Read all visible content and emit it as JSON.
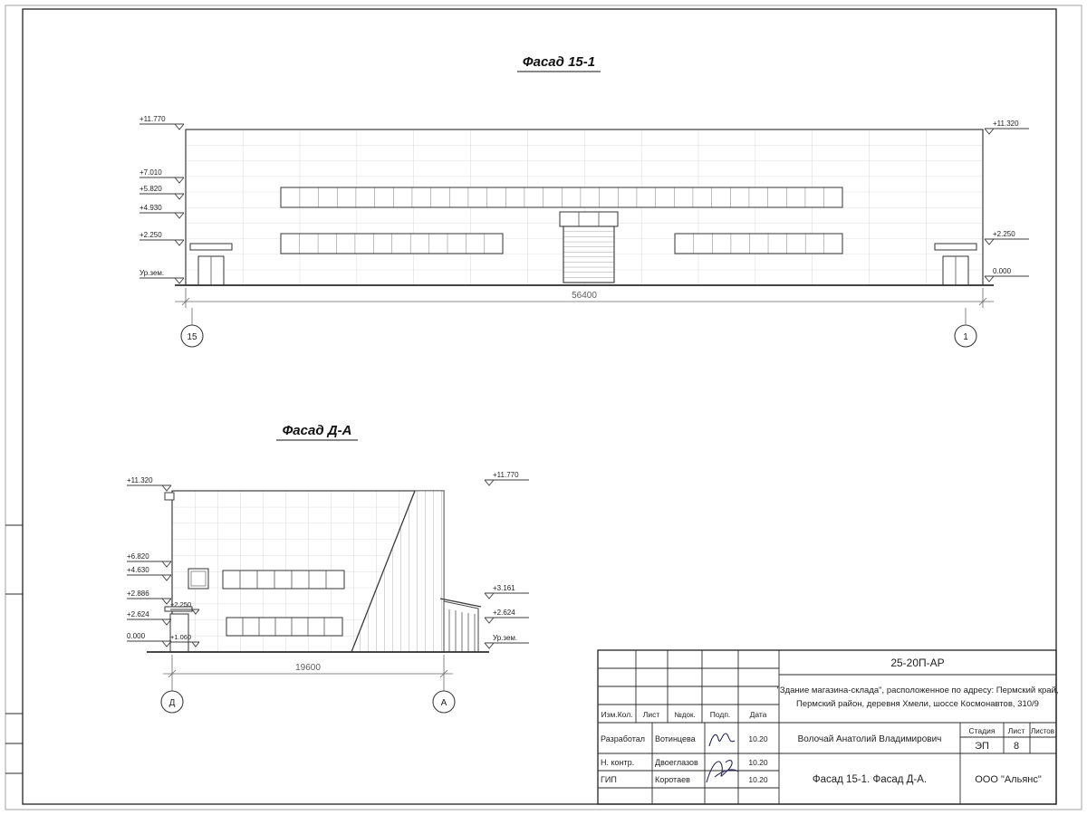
{
  "facade1": {
    "title": "Фасад 15-1",
    "dimension": "56400",
    "axis_left": "15",
    "axis_right": "1",
    "marks_left": [
      "+11.770",
      "+7.010",
      "+5.820",
      "+4.930",
      "+2.250",
      "Ур.зем."
    ],
    "marks_right": [
      "+11.320",
      "+2.250",
      "0.000"
    ]
  },
  "facade2": {
    "title": "Фасад Д-А",
    "dimension": "19600",
    "axis_left": "Д",
    "axis_right": "А",
    "marks_left": [
      "+11.320",
      "+6.820",
      "+4.630",
      "+2.886",
      "+2.624",
      "0.000"
    ],
    "marks_inner": [
      "+2.250",
      "+1.060"
    ],
    "marks_right": [
      "+11.770",
      "+3.161",
      "+2.624",
      "Ур.зем."
    ]
  },
  "titleblock": {
    "doc_number": "25-20П-АР",
    "project_line1": "\"Здание магазина-склада\", расположенное по адресу: Пермский край,",
    "project_line2": "Пермский район, деревня Хмели, шоссе Космонавтов, 310/9",
    "col_izm": "Изм.Кол.",
    "col_list": "Лист",
    "col_ndok": "№док.",
    "col_podp": "Подп.",
    "col_data": "Дата",
    "rows": [
      {
        "role": "Разработал",
        "name": "Вотинцева",
        "date": "10.20"
      },
      {
        "role": "Н. контр.",
        "name": "Двоеглазов",
        "date": "10.20"
      },
      {
        "role": "ГИП",
        "name": "Коротаев",
        "date": "10.20"
      }
    ],
    "client": "Волочай Анатолий Владимирович",
    "stage_label": "Стадия",
    "sheet_label": "Лист",
    "sheets_label": "Листов",
    "stage": "ЭП",
    "sheet_number": "8",
    "drawing_title": "Фасад 15-1. Фасад Д-А.",
    "company": "ООО \"Альянс\""
  }
}
